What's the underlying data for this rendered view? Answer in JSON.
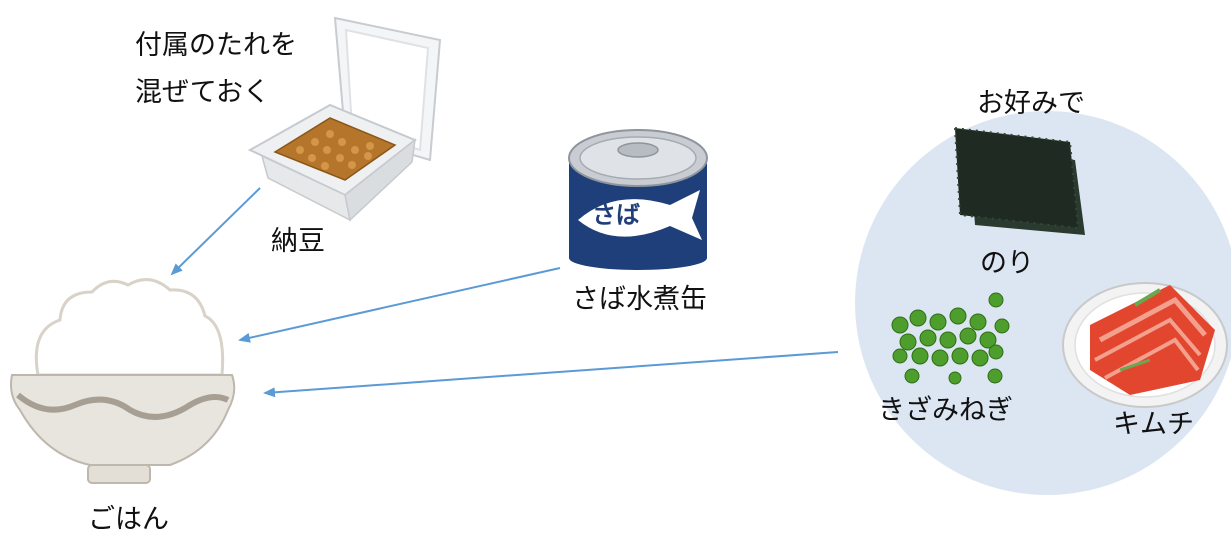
{
  "labels": {
    "natto_note_line1": "付属のたれを",
    "natto_note_line2": "混ぜておく",
    "natto": "納豆",
    "saba": "さば水煮缶",
    "can_text": "さば",
    "gohan": "ごはん",
    "okonomi": "お好みで",
    "nori": "のり",
    "negi": "きざみねぎ",
    "kimchi": "キムチ"
  },
  "colors": {
    "arrow": "#5b9bd5",
    "circle_fill": "#dce6f2",
    "can_blue": "#1f3f7a",
    "nori": "#1e2a22",
    "negi": "#4e9e2d",
    "kimchi": "#e2462f",
    "natto_bean": "#b5762c"
  }
}
